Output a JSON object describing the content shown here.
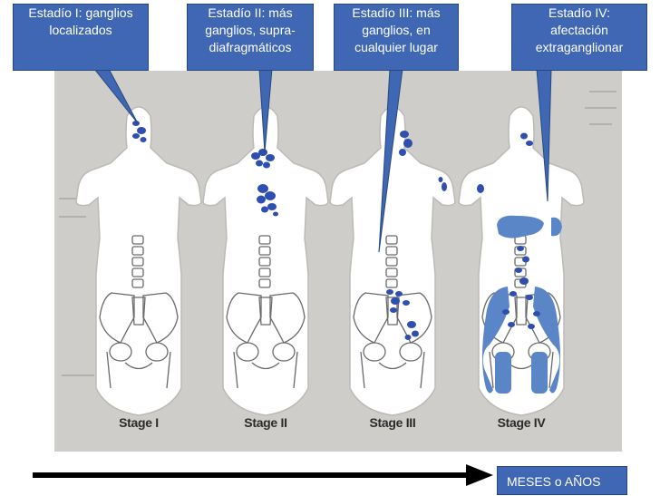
{
  "callouts": [
    {
      "lines": [
        "Estadío I: ganglios",
        "localizados"
      ]
    },
    {
      "lines": [
        "Estadío II: más",
        "ganglios, supra-",
        "diafragmáticos"
      ]
    },
    {
      "lines": [
        "Estadío III: más",
        "ganglios, en",
        "cualquier lugar"
      ]
    },
    {
      "lines": [
        "Estadío IV:",
        "afectación",
        "extraganglionar"
      ]
    }
  ],
  "stages": [
    "Stage I",
    "Stage II",
    "Stage III",
    "Stage IV"
  ],
  "timeline_label": "MESES  o  AÑOS",
  "colors": {
    "callout_bg": "#3f67b3",
    "node_blue": "#2f4fb0",
    "organ_blue": "#5a86c8",
    "scan_bg": "#cfcdca"
  }
}
